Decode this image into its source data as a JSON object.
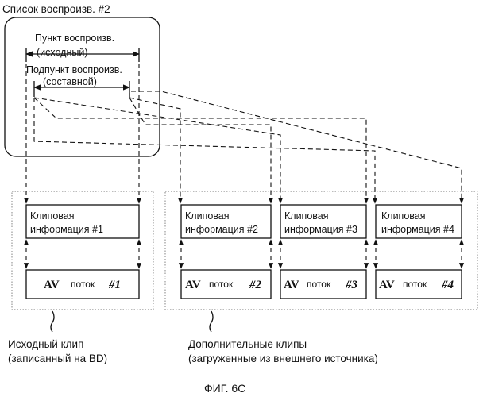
{
  "playlist": {
    "title": "Список воспроизв. #2",
    "playitem_line1": "Пункт воспроизв.",
    "playitem_line2": "(исходный)",
    "subplayitem_line1": "Подпункт воспроизв.",
    "subplayitem_line2": "(составной)"
  },
  "clips": [
    {
      "info_line1": "Клиповая",
      "info_line2": "информация #1",
      "av_label": "AV",
      "av_word": "поток",
      "av_num": "#1"
    },
    {
      "info_line1": "Клиповая",
      "info_line2": "информация #2",
      "av_label": "AV",
      "av_word": "поток",
      "av_num": "#2"
    },
    {
      "info_line1": "Клиповая",
      "info_line2": "информация #3",
      "av_label": "AV",
      "av_word": "поток",
      "av_num": "#3"
    },
    {
      "info_line1": "Клиповая",
      "info_line2": "информация #4",
      "av_label": "AV",
      "av_word": "поток",
      "av_num": "#4"
    }
  ],
  "source_clip": {
    "line1": "Исходный клип",
    "line2": "(записанный на BD)"
  },
  "additional_clips": {
    "line1": "Дополнительные клипы",
    "line2": "(загруженные из внешнего источника)"
  },
  "figure_caption": "ФИГ. 6С"
}
